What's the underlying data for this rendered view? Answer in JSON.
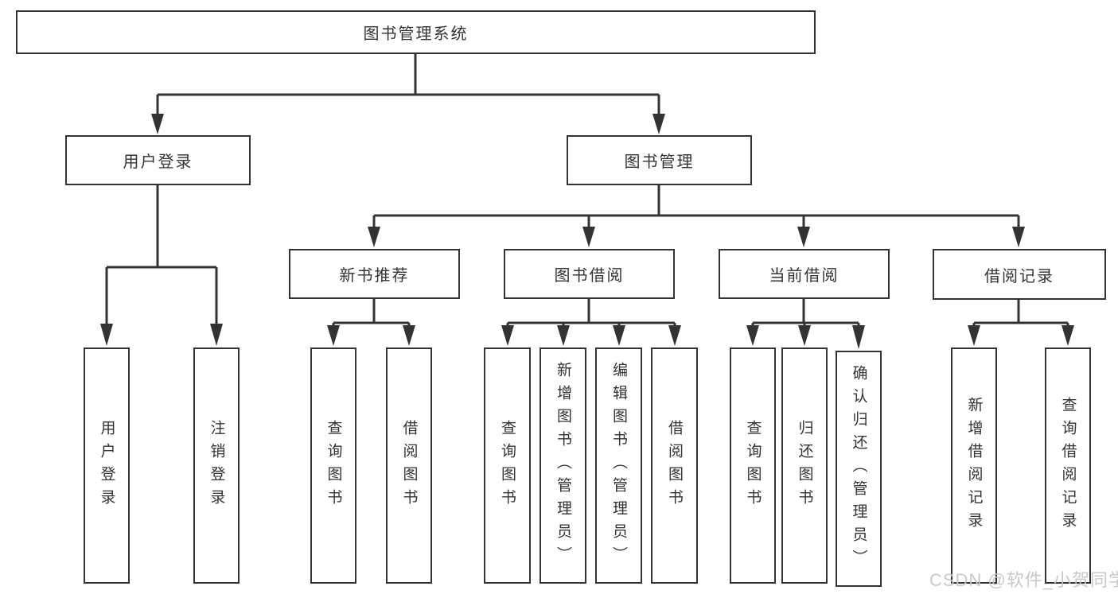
{
  "tree": {
    "label": "图书管理系统",
    "children": [
      {
        "label": "用户登录",
        "children": [
          {
            "label": "用户登录"
          },
          {
            "label": "注销登录"
          }
        ]
      },
      {
        "label": "图书管理",
        "children": [
          {
            "label": "新书推荐",
            "children": [
              {
                "label": "查询图书"
              },
              {
                "label": "借阅图书"
              }
            ]
          },
          {
            "label": "图书借阅",
            "children": [
              {
                "label": "查询图书"
              },
              {
                "label": "新增图书（管理员）"
              },
              {
                "label": "编辑图书（管理员）"
              },
              {
                "label": "借阅图书"
              }
            ]
          },
          {
            "label": "当前借阅",
            "children": [
              {
                "label": "查询图书"
              },
              {
                "label": "归还图书"
              },
              {
                "label": "确认归还（管理员）"
              }
            ]
          },
          {
            "label": "借阅记录",
            "children": [
              {
                "label": "新增借阅记录"
              },
              {
                "label": "查询借阅记录"
              }
            ]
          }
        ]
      }
    ]
  },
  "watermark": {
    "text": "CSDN @软件_小贺同学"
  },
  "colors": {
    "line": "#333333",
    "box_border": "#333333",
    "box_background": "#ffffff",
    "text": "#333333",
    "watermark": "#c6c6c6",
    "background": "#ffffff"
  }
}
